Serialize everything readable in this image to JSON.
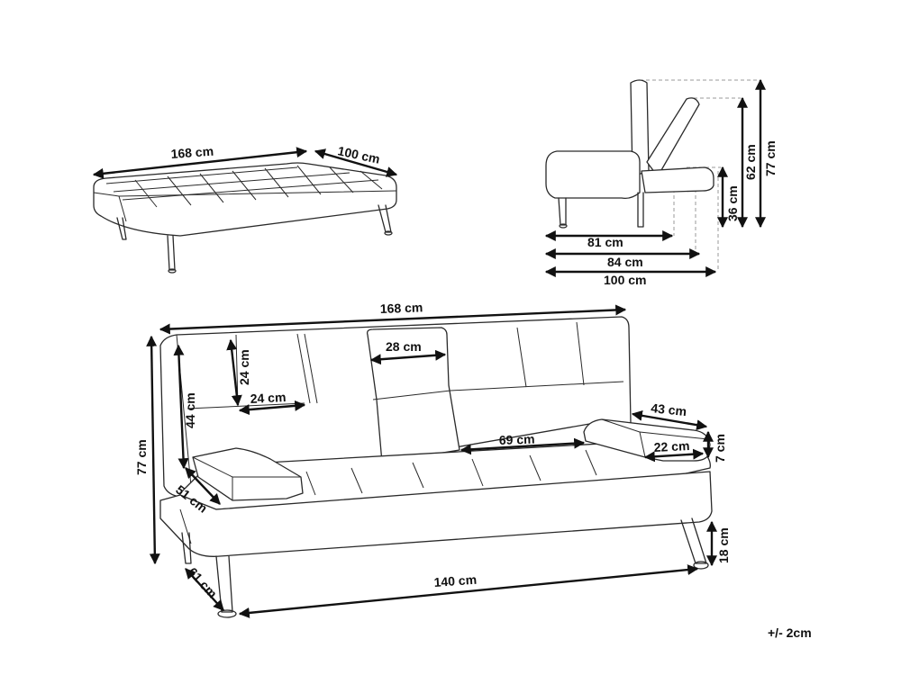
{
  "dimensions": {
    "bed_length": "168 cm",
    "bed_depth": "100 cm",
    "side_seat_depth": "81 cm",
    "side_frame_depth": "84 cm",
    "side_bed_depth": "100 cm",
    "side_seat_height": "36 cm",
    "side_back_height": "62 cm",
    "side_total_height": "77 cm",
    "front_width": "168 cm",
    "front_height": "77 cm",
    "backrest_height": "44 cm",
    "tuft_height": "24 cm",
    "tuft_width": "24 cm",
    "center_panel_width": "28 cm",
    "seat_width": "69 cm",
    "armrest_length": "43 cm",
    "armrest_width": "22 cm",
    "armrest_thickness": "7 cm",
    "seat_depth": "51 cm",
    "base_depth": "61 cm",
    "base_width": "140 cm",
    "leg_height": "18 cm"
  },
  "tolerance": "+/- 2cm"
}
